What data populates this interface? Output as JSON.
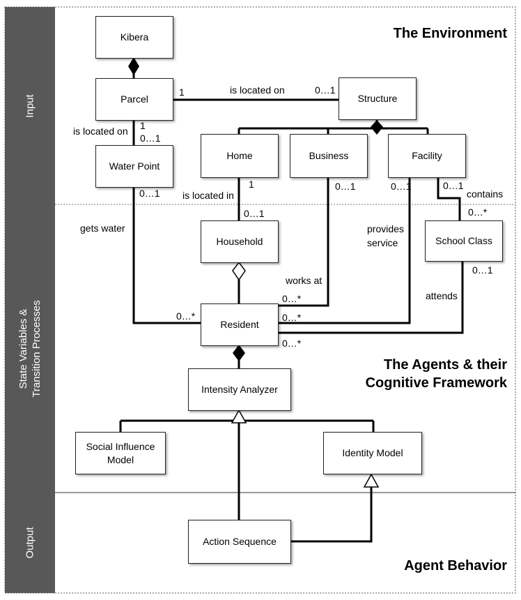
{
  "bands": {
    "input": "Input",
    "state_line1": "State Variables &",
    "state_line2": "Transition Processes",
    "output": "Output"
  },
  "titles": {
    "environment": "The Environment",
    "agents_line1": "The Agents & their",
    "agents_line2": "Cognitive Framework",
    "behavior": "Agent Behavior"
  },
  "boxes": {
    "kibera": "Kibera",
    "parcel": "Parcel",
    "structure": "Structure",
    "water_point": "Water Point",
    "home": "Home",
    "business": "Business",
    "facility": "Facility",
    "household": "Household",
    "school_class": "School Class",
    "resident": "Resident",
    "intensity_analyzer": "Intensity Analyzer",
    "social_influence_line1": "Social Influence",
    "social_influence_line2": "Model",
    "identity_model": "Identity Model",
    "action_sequence": "Action Sequence"
  },
  "labels": {
    "parcel_structure_rel": "is located on",
    "parcel_mult": "1",
    "structure_mult": "0…1",
    "parcel_water_rel": "is located on",
    "parcel_water_mult_parcel": "1",
    "parcel_water_mult_water": "0…1",
    "water_mult": "0…1",
    "gets_water": "gets water",
    "resident_water_mult": "0…*",
    "home_household_rel": "is located in",
    "home_mult": "1",
    "household_mult": "0…1",
    "business_mult": "0…1",
    "works_at": "works at",
    "resident_business_mult": "0…*",
    "facility_mult_service": "0…1",
    "provides_line1": "provides",
    "provides_line2": "service",
    "resident_facility_mult": "0…*",
    "facility_mult_contains": "0…1",
    "contains": "contains",
    "school_class_mult_contains": "0…*",
    "school_class_mult_attends": "0…1",
    "attends": "attends",
    "resident_school_mult": "0…*"
  }
}
